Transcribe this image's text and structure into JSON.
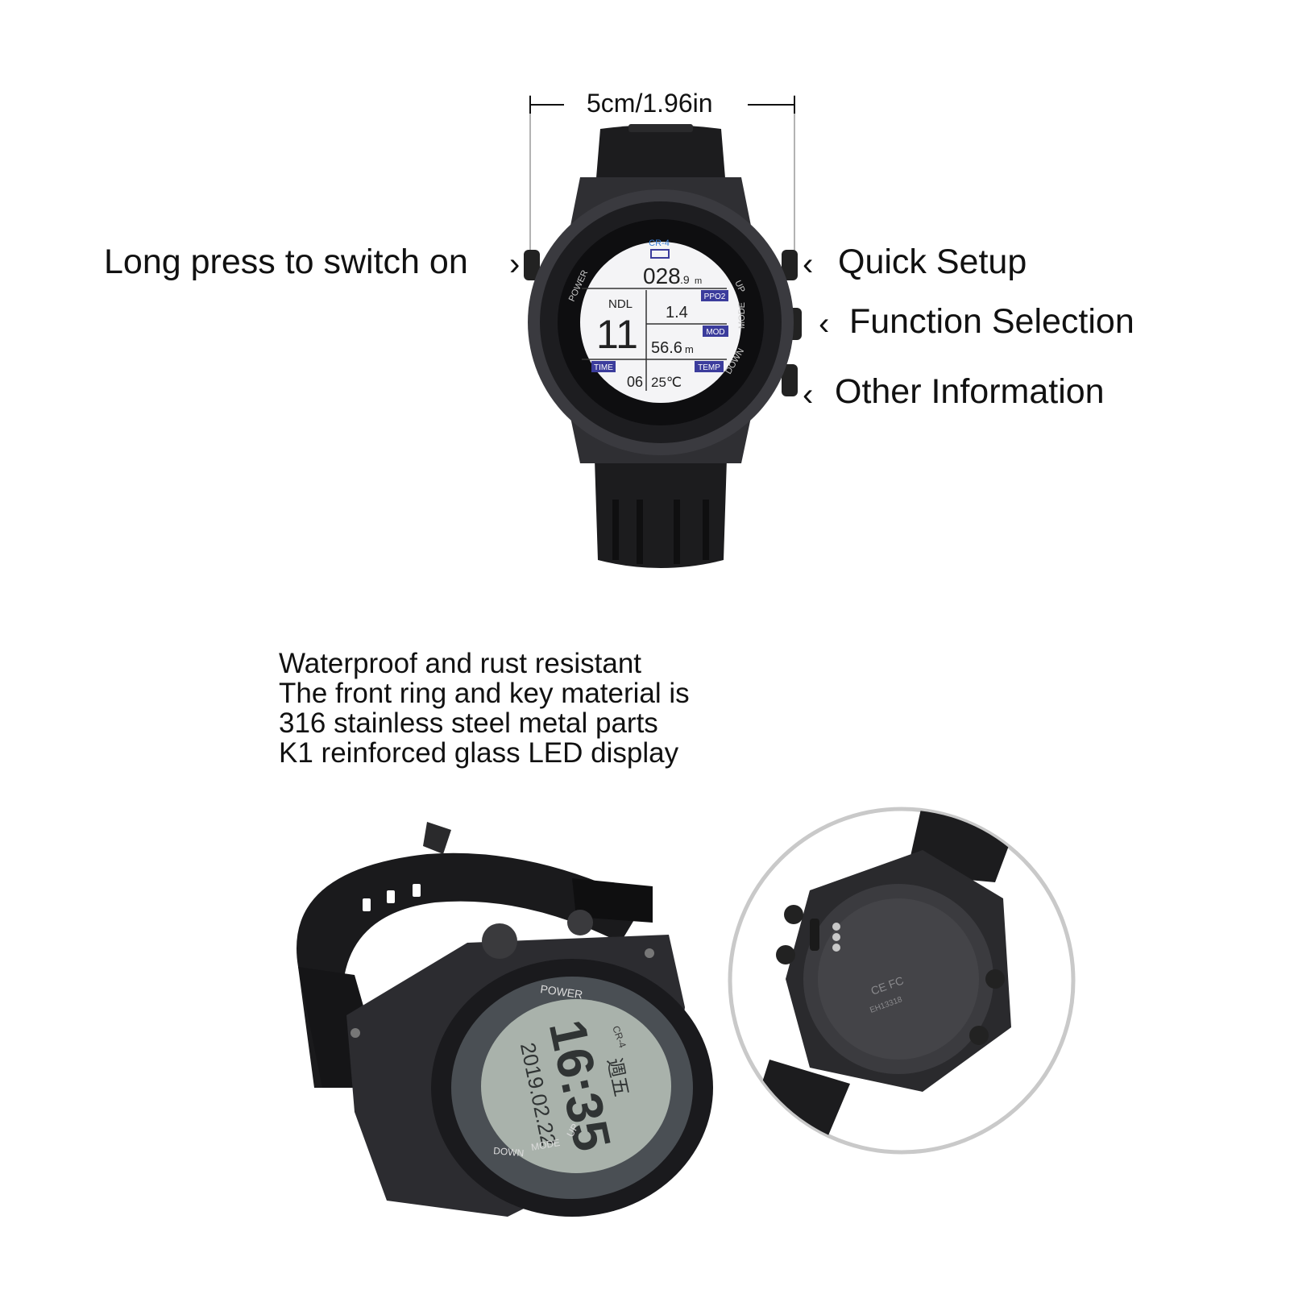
{
  "dimension": {
    "label": "5cm/1.96in"
  },
  "callouts": {
    "power": "Long press to switch on",
    "quick_setup": "Quick Setup",
    "function_selection": "Function Selection",
    "other_information": "Other Information"
  },
  "features": [
    "Waterproof and rust resistant",
    "The front ring and key material is",
    "316 stainless steel metal parts",
    "K1 reinforced glass LED display"
  ],
  "watch_front": {
    "model": "CR-4",
    "depth_value": "028",
    "depth_decimal": ".9",
    "depth_unit": "m",
    "ndl_label": "NDL",
    "ndl_value": "11",
    "ppo2_label": "PPO2",
    "ppo2_value": "1.4",
    "mod_label": "MOD",
    "mod_value": "56.6",
    "mod_unit": "m",
    "time_label": "TIME",
    "time_value": "06",
    "temp_label": "TEMP",
    "temp_value": "25℃",
    "button_labels": {
      "power": "POWER",
      "up": "UP",
      "mode": "MODE",
      "down": "DOWN"
    }
  },
  "watch_angled": {
    "model": "CR-4",
    "time": "16:35",
    "weekday": "週五",
    "date": "2019.02.22",
    "button_labels": {
      "power": "POWER",
      "up": "UP",
      "mode": "MODE",
      "down": "DOWN"
    }
  },
  "watch_back": {
    "marks": "CE FC",
    "serial": "EH13318"
  },
  "colors": {
    "lcd_badge": "#3b3c9c",
    "lcd_screen": "#f4f4f6",
    "case": "#2b2b2e",
    "strap": "#1a1a1c"
  }
}
